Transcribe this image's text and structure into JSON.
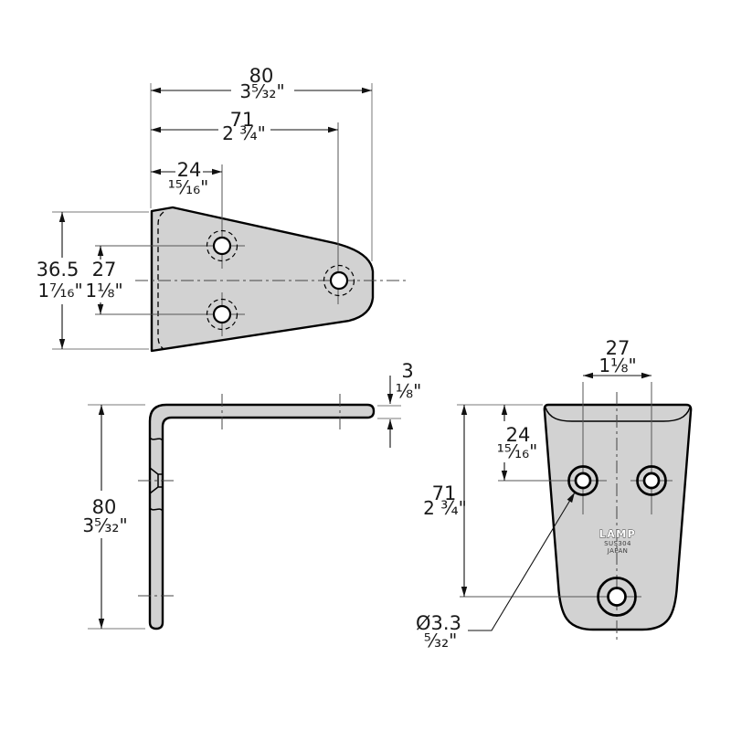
{
  "colors": {
    "background": "#ffffff",
    "part_fill": "#d2d2d2",
    "outline": "#000000",
    "dimension_line": "#111111",
    "text": "#1a1a1a"
  },
  "views": {
    "side": {
      "dims": {
        "overall_width": {
          "mm": "80",
          "inch": "3⁵⁄₃₂\""
        },
        "far_hole": {
          "mm": "71",
          "inch": "2 ¾\""
        },
        "near_hole": {
          "mm": "24",
          "inch": "¹⁵⁄₁₆\""
        },
        "overall_height": {
          "mm": "36.5",
          "inch": "1⁷⁄₁₆\""
        },
        "hole_spacing": {
          "mm": "27",
          "inch": "1⅛\""
        }
      }
    },
    "profile": {
      "dims": {
        "leg_length": {
          "mm": "80",
          "inch": "3⁵⁄₃₂\""
        },
        "thickness": {
          "mm": "3",
          "inch": "⅛\""
        }
      }
    },
    "plan": {
      "dims": {
        "hole_spacing": {
          "mm": "27",
          "inch": "1⅛\""
        },
        "near_hole": {
          "mm": "24",
          "inch": "¹⁵⁄₁₆\""
        },
        "far_hole": {
          "mm": "71",
          "inch": "2 ¾\""
        },
        "hole_diameter": {
          "mm": "Ø3.3",
          "inch": "⁵⁄₃₂\""
        }
      },
      "stamp": {
        "brand": "LAMP",
        "material": "SUS304",
        "origin": "JAPAN"
      }
    }
  }
}
